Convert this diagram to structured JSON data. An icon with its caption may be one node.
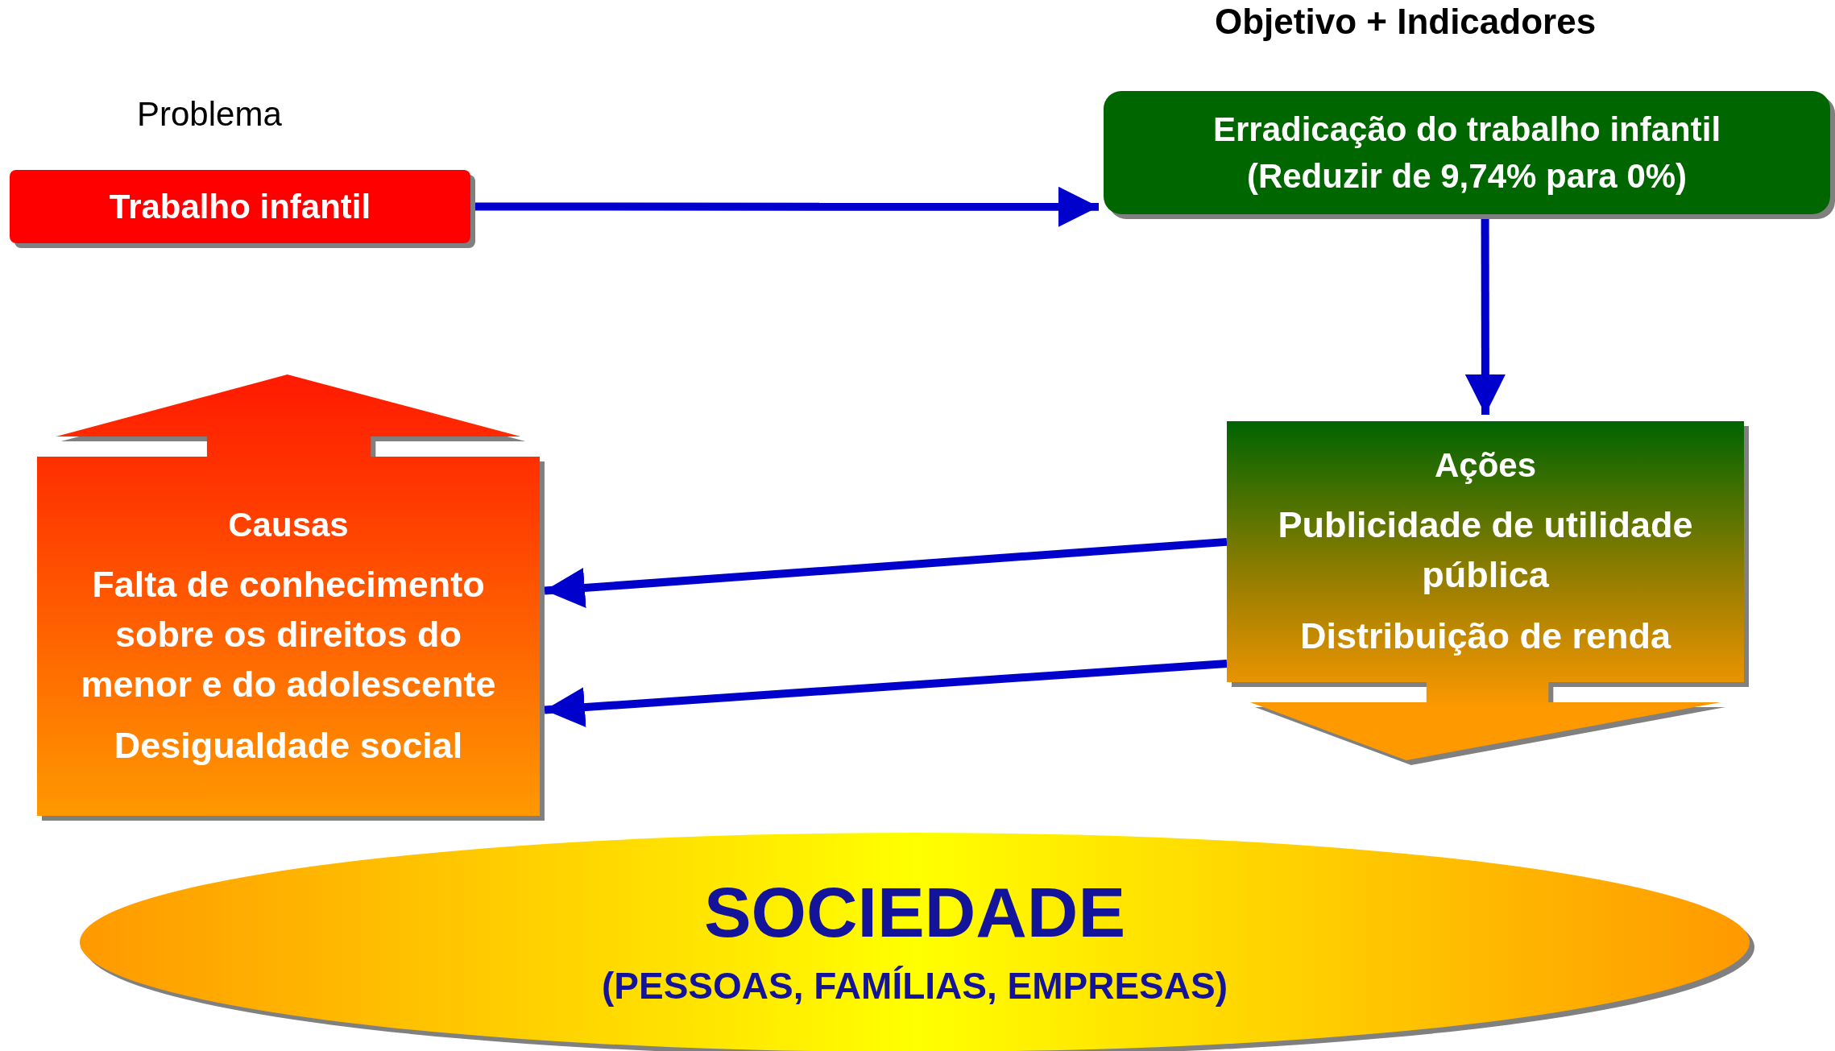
{
  "diagram": {
    "nodes": [
      {
        "text": [
          "Trabalho infantil"
        ],
        "beside": [
          "Problema"
        ]
      },
      {
        "text": [
          "Erradicação do trabalho infantil (Reduzir de 9,74% para 0%)"
        ],
        "beside": [
          "Objetivo + Indicadores"
        ]
      },
      {
        "text": [
          "Ações",
          "Publicidade de utilidade pública",
          "Distribuição de renda"
        ]
      },
      {
        "text": [
          "Causas",
          "Falta de conhecimento sobre os direitos do menor e do adolescente",
          "Desigualdade social"
        ]
      },
      {
        "text": [
          "SOCIEDADE",
          "(PESSOAS, FAMÍLIAS, EMPRESAS)"
        ]
      }
    ],
    "edges": [
      {
        "from": 0,
        "to": 1,
        "arrow": "to"
      },
      {
        "from": 1,
        "to": 2,
        "arrow": "to"
      },
      {
        "from": 2,
        "to": 3,
        "arrow": "to"
      },
      {
        "from": 2,
        "to": 3,
        "arrow": "to"
      }
    ]
  }
}
